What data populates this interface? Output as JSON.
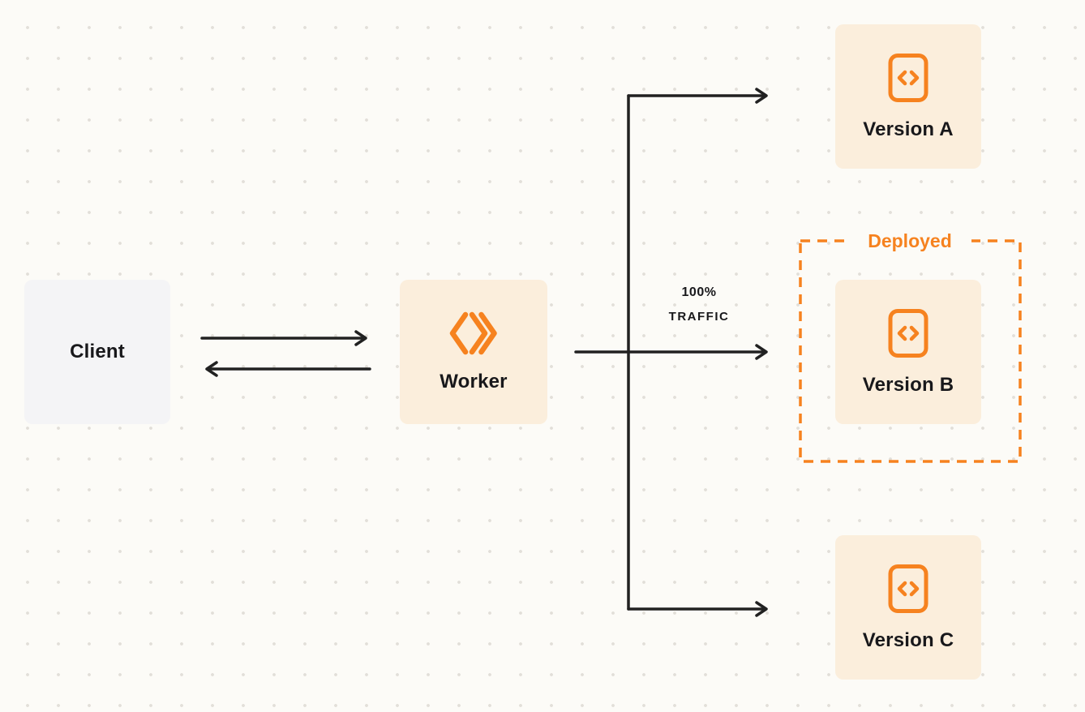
{
  "diagram": {
    "client": {
      "label": "Client"
    },
    "worker": {
      "label": "Worker"
    },
    "versions": [
      {
        "label": "Version A"
      },
      {
        "label": "Version B"
      },
      {
        "label": "Version C"
      }
    ],
    "deployed_label": "Deployed",
    "traffic": {
      "line1": "100%",
      "line2": "TRAFFIC"
    },
    "colors": {
      "accent_orange": "#F6821F",
      "version_box_fill": "#FBEEDC",
      "client_box_fill": "#F4F4F6",
      "connector": "#212121",
      "background": "#FCFBF7",
      "dot_grid": "#E2DFD9"
    }
  }
}
